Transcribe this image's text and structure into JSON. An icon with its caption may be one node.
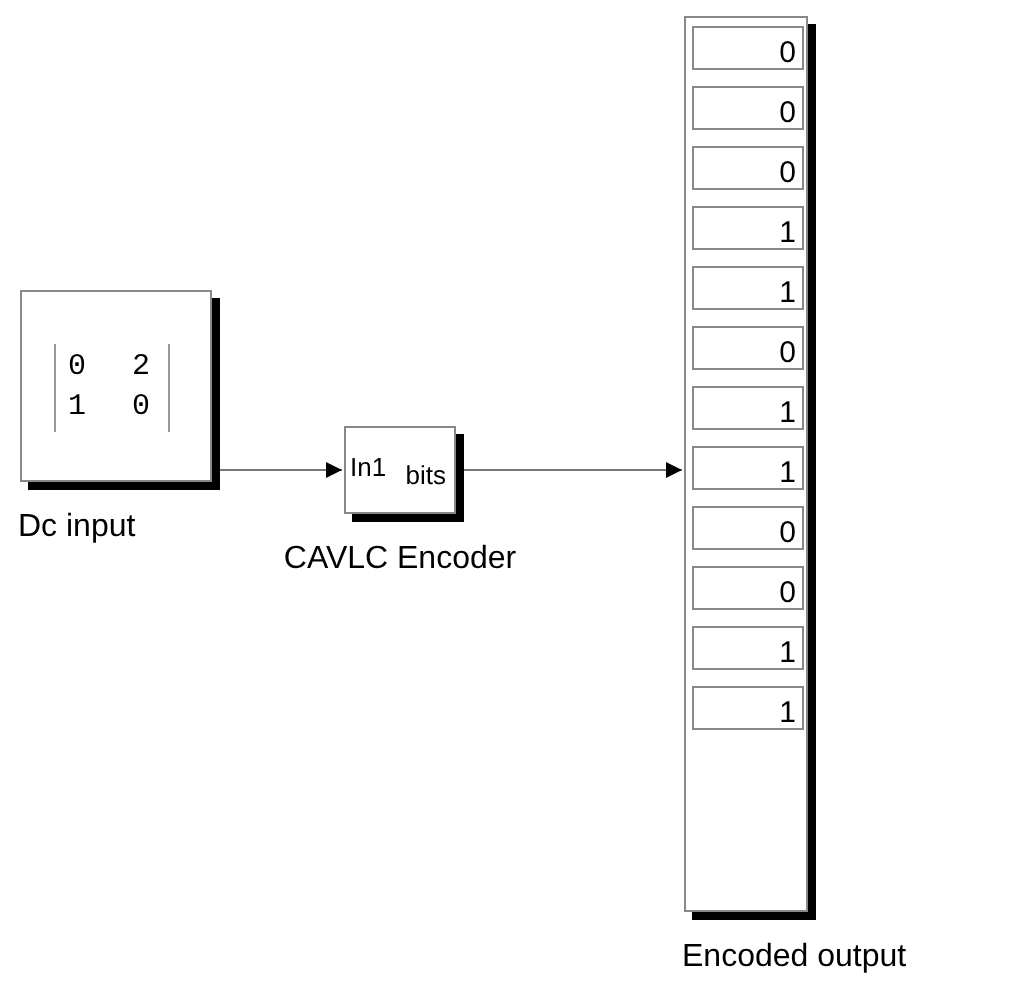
{
  "diagram": {
    "nodes": [
      {
        "text": [
          "0 2 1 0",
          "Dc input"
        ]
      },
      {
        "text": [
          "In1",
          "bits",
          "CAVLC Encoder"
        ]
      },
      {
        "text": [
          "0",
          "0",
          "0",
          "1",
          "1",
          "0",
          "1",
          "1",
          "0",
          "0",
          "1",
          "1",
          "Encoded output"
        ]
      }
    ],
    "edges": [
      {
        "from": 0,
        "to": 1,
        "arrow": "to"
      },
      {
        "from": 1,
        "to": 2,
        "arrow": "to"
      }
    ]
  }
}
